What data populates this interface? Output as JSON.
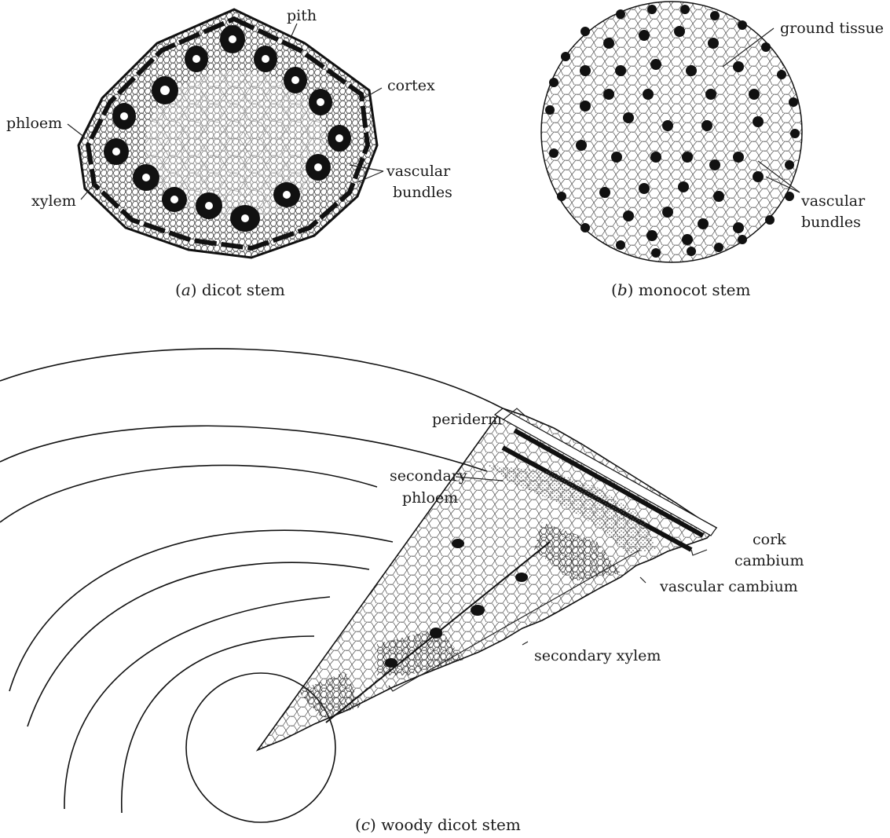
{
  "panel_a": {
    "labels": {
      "pith": "pith",
      "cortex": "cortex",
      "phloem": "phloem",
      "xylem": "xylem",
      "vascular_bundles_1": "vascular",
      "vascular_bundles_2": "bundles"
    },
    "caption_letter": "a",
    "caption_text": "dicot stem"
  },
  "panel_b": {
    "labels": {
      "ground_tissue": "ground tissue",
      "vascular_bundles_1": "vascular",
      "vascular_bundles_2": "bundles"
    },
    "caption_letter": "b",
    "caption_text": "monocot stem"
  },
  "panel_c": {
    "labels": {
      "periderm": "periderm",
      "secondary_phloem_1": "secondary",
      "secondary_phloem_2": "phloem",
      "cork_cambium_1": "cork",
      "cork_cambium_2": "cambium",
      "vascular_cambium": "vascular cambium",
      "secondary_xylem": "secondary xylem"
    },
    "caption_letter": "c",
    "caption_text": "woody dicot stem"
  }
}
